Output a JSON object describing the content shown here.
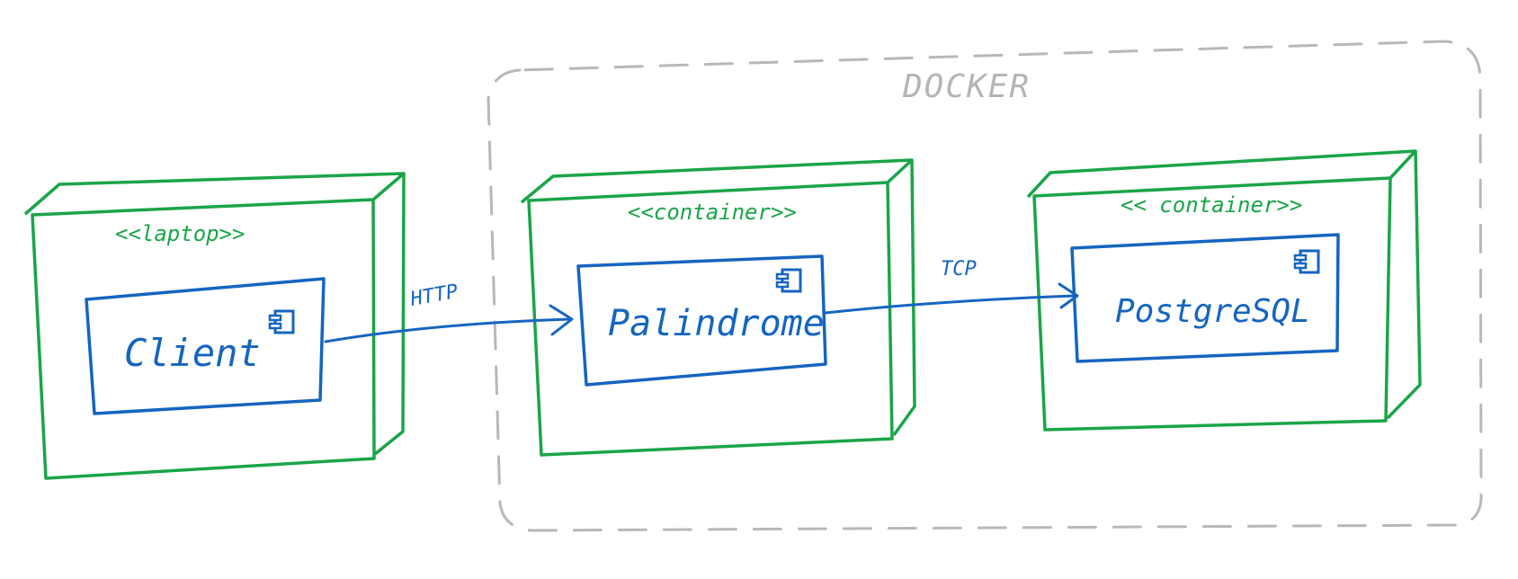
{
  "colors": {
    "node_stroke": "#1aa548",
    "component_stroke": "#1565c0",
    "boundary_stroke": "#b8b8b8"
  },
  "boundary": {
    "label": "DOCKER"
  },
  "nodes": [
    {
      "stereotype": "<<laptop>>",
      "component": "Client",
      "component_icon": "component-icon"
    },
    {
      "stereotype": "<<container>>",
      "component": "Palindrome",
      "component_icon": "component-icon"
    },
    {
      "stereotype": "<< container>>",
      "component": "PostgreSQL",
      "component_icon": "component-icon"
    }
  ],
  "connections": [
    {
      "label": "HTTP",
      "from": "Client",
      "to": "Palindrome"
    },
    {
      "label": "TCP",
      "from": "Palindrome",
      "to": "PostgreSQL"
    }
  ]
}
